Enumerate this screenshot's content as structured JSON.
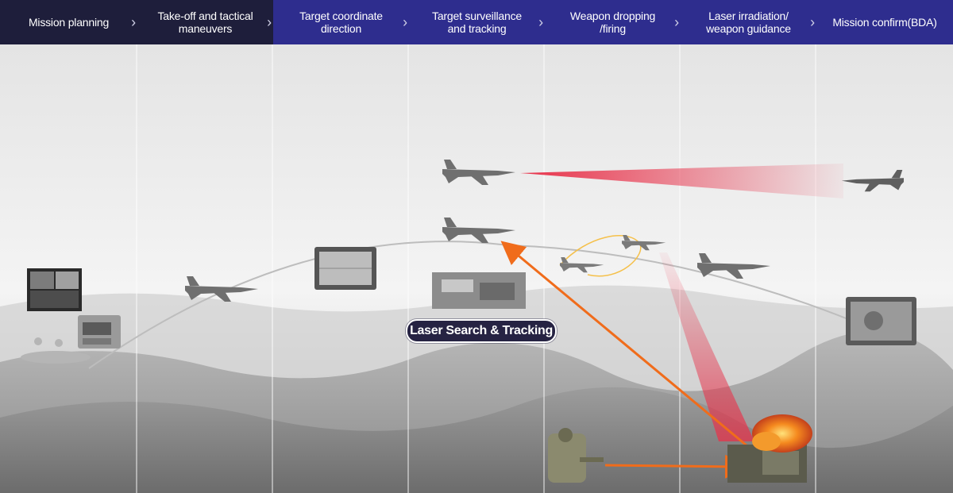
{
  "steps": [
    {
      "label": "Mission planning",
      "style": "dark"
    },
    {
      "label": "Take-off and tactical maneuvers",
      "style": "dark"
    },
    {
      "label": "Target coordinate direction",
      "style": "blue"
    },
    {
      "label": "Target surveillance and tracking",
      "style": "blue"
    },
    {
      "label": "Weapon dropping /firing",
      "style": "blue"
    },
    {
      "label": "Laser irradiation/ weapon guidance",
      "style": "blue"
    },
    {
      "label": "Mission confirm(BDA)",
      "style": "blue"
    }
  ],
  "callout": {
    "label": "Laser Search & Tracking"
  },
  "colors": {
    "bar_dark": "#1e1e3b",
    "bar_blue": "#2e2d8e",
    "laser_red": "#e8324a",
    "arrow_orange": "#f06c1b",
    "trajectory": "#bdbdbd"
  },
  "icons": [
    "aircraft-icon",
    "display-screen-icon",
    "ground-station-icon",
    "soldier-icon",
    "target-vehicle-icon",
    "explosion-icon"
  ]
}
